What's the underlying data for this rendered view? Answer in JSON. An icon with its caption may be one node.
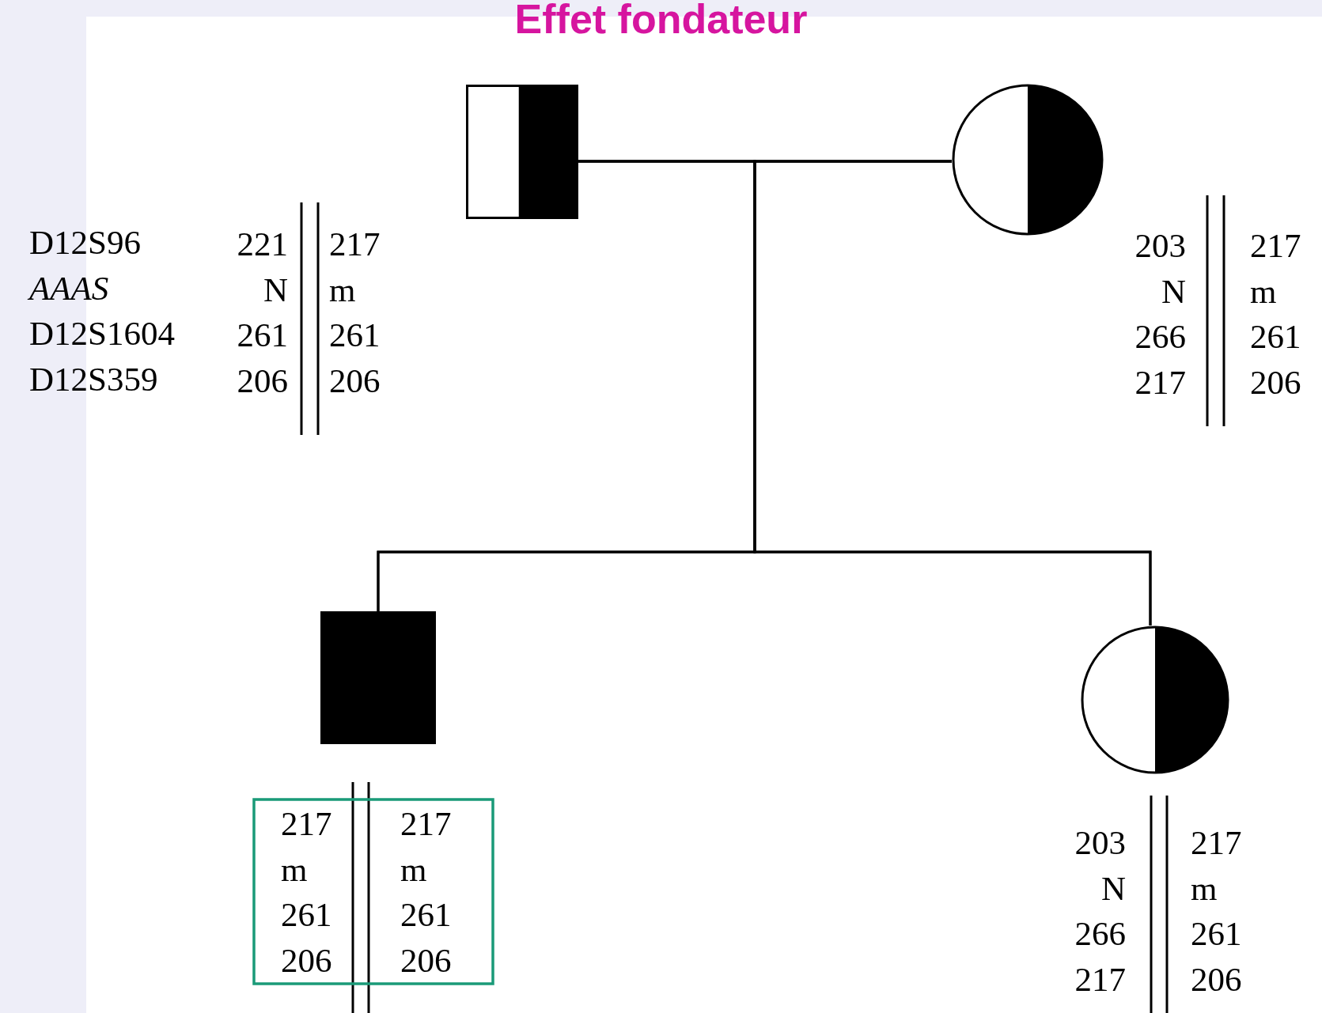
{
  "diagram": {
    "title": "Effet fondateur",
    "nodes": [
      {
        "text": [],
        "shape": "box",
        "beside": [
          "221",
          "N",
          "261",
          "206",
          "217",
          "m",
          "261",
          "206"
        ]
      },
      {
        "text": [],
        "shape": "circle",
        "beside": [
          "203",
          "N",
          "266",
          "217",
          "217",
          "m",
          "261",
          "206"
        ]
      },
      {
        "text": [],
        "shape": "box",
        "beside": [
          "217",
          "m",
          "261",
          "206",
          "217",
          "m",
          "261",
          "206"
        ]
      },
      {
        "text": [],
        "shape": "circle",
        "beside": [
          "203",
          "N",
          "266",
          "217",
          "217",
          "m",
          "261",
          "206"
        ]
      }
    ],
    "edges": [
      {
        "from": 0,
        "to": 1,
        "arrow": "none"
      },
      {
        "from": 0,
        "to": 2,
        "arrow": "none"
      },
      {
        "from": 0,
        "to": 3,
        "arrow": "none"
      },
      {
        "from": 1,
        "to": 2,
        "arrow": "none"
      },
      {
        "from": 1,
        "to": 3,
        "arrow": "none"
      }
    ],
    "labels": [
      "D12S96",
      "AAAS",
      "D12S1604",
      "D12S359"
    ]
  }
}
